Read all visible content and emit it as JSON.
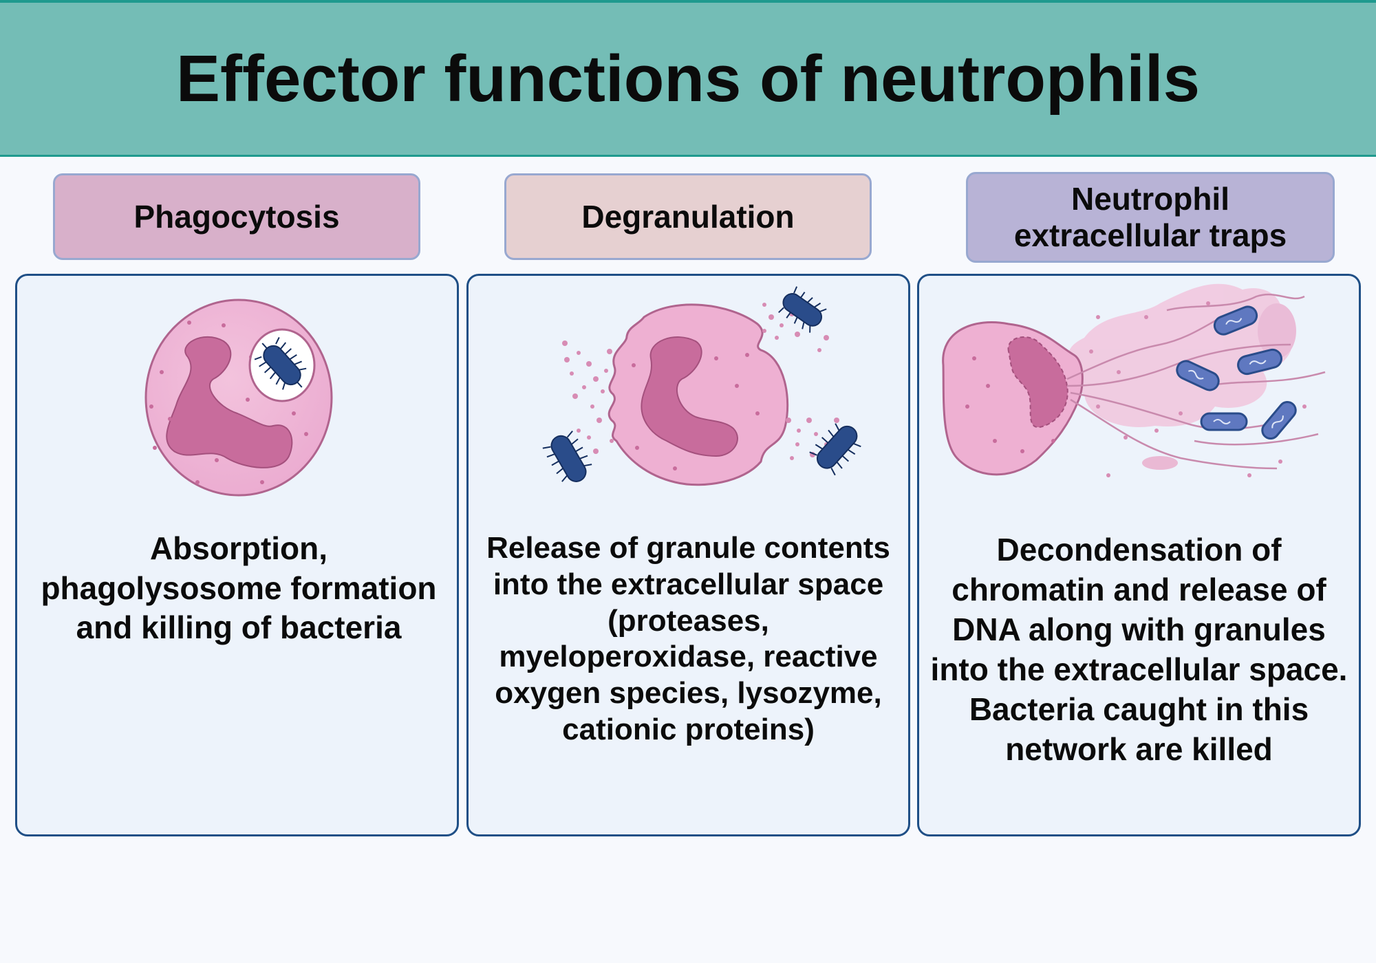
{
  "title": "Effector functions of neutrophils",
  "sections": [
    {
      "label": "Phagocytosis",
      "description": "Absorption, phagolysosome formation and killing of bacteria",
      "color": "#d8b0ca"
    },
    {
      "label": "Degranulation",
      "description": "Release of granule contents into the extracellular space (proteases, myeloperoxidase, reactive oxygen species, lysozyme, cationic proteins)",
      "color": "#e6d0d1"
    },
    {
      "label": "Neutrophil extracellular traps",
      "description": "Decondensation of chromatin and release of DNA along with granules into the extracellular space. Bacteria caught in this network are killed",
      "color": "#b8b3d6"
    }
  ],
  "colors": {
    "header": "#74bdb6",
    "panel_border": "#1f4f86",
    "panel_fill": "#edf3fb",
    "cell": "#eeb0d2",
    "nucleus": "#c86c9c",
    "bacterium": "#2a4c8a"
  }
}
